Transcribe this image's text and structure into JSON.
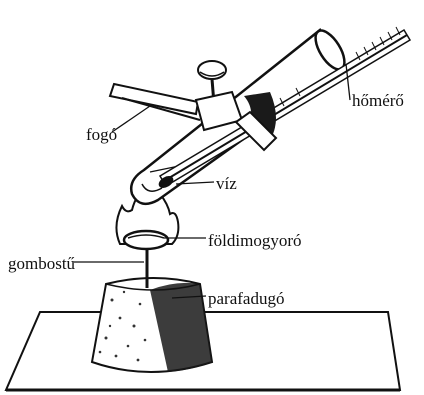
{
  "labels": {
    "thermometer": "hőmérő",
    "tongs": "fogó",
    "water": "víz",
    "peanut": "földimogyoró",
    "pin": "gombostű",
    "cork": "parafadugó"
  },
  "colors": {
    "ink": "#111111",
    "background": "#ffffff"
  }
}
